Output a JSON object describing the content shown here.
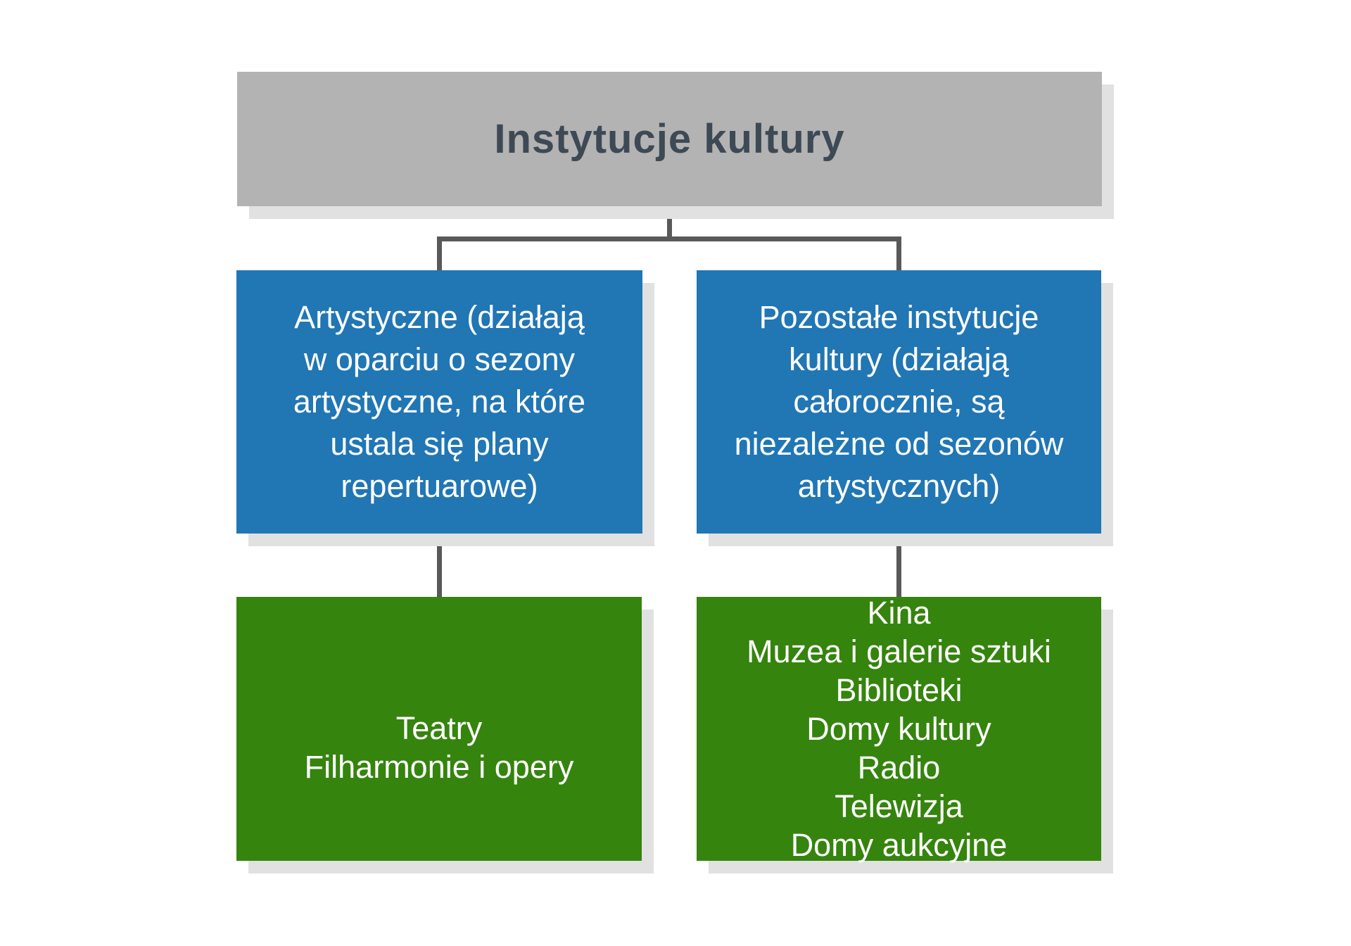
{
  "colors": {
    "background": "#ffffff",
    "root_box": "#b3b3b3",
    "root_text": "#3d4a55",
    "branch_box": "#2176b4",
    "leaf_box": "#35840e",
    "box_text": "#ffffff",
    "connector": "#595959",
    "shadow": "#e1e1e1"
  },
  "diagram": {
    "root": {
      "label": "Instytucje kultury"
    },
    "branches": [
      {
        "id": "artystyczne",
        "label_lines": [
          "Artystyczne (działają",
          "w oparciu o sezony",
          "artystyczne, na które",
          "ustala się plany",
          "repertuarowe)"
        ],
        "children_lines": [
          "Teatry",
          "Filharmonie i opery"
        ]
      },
      {
        "id": "pozostale-instytucje",
        "label_lines": [
          "Pozostałe instytucje",
          "kultury (działają",
          "całorocznie, są",
          "niezależne od sezonów",
          "artystycznych)"
        ],
        "children_lines": [
          "Kina",
          "Muzea i galerie sztuki",
          "Biblioteki",
          "Domy kultury",
          "Radio",
          "Telewizja",
          "Domy aukcyjne"
        ]
      }
    ]
  }
}
